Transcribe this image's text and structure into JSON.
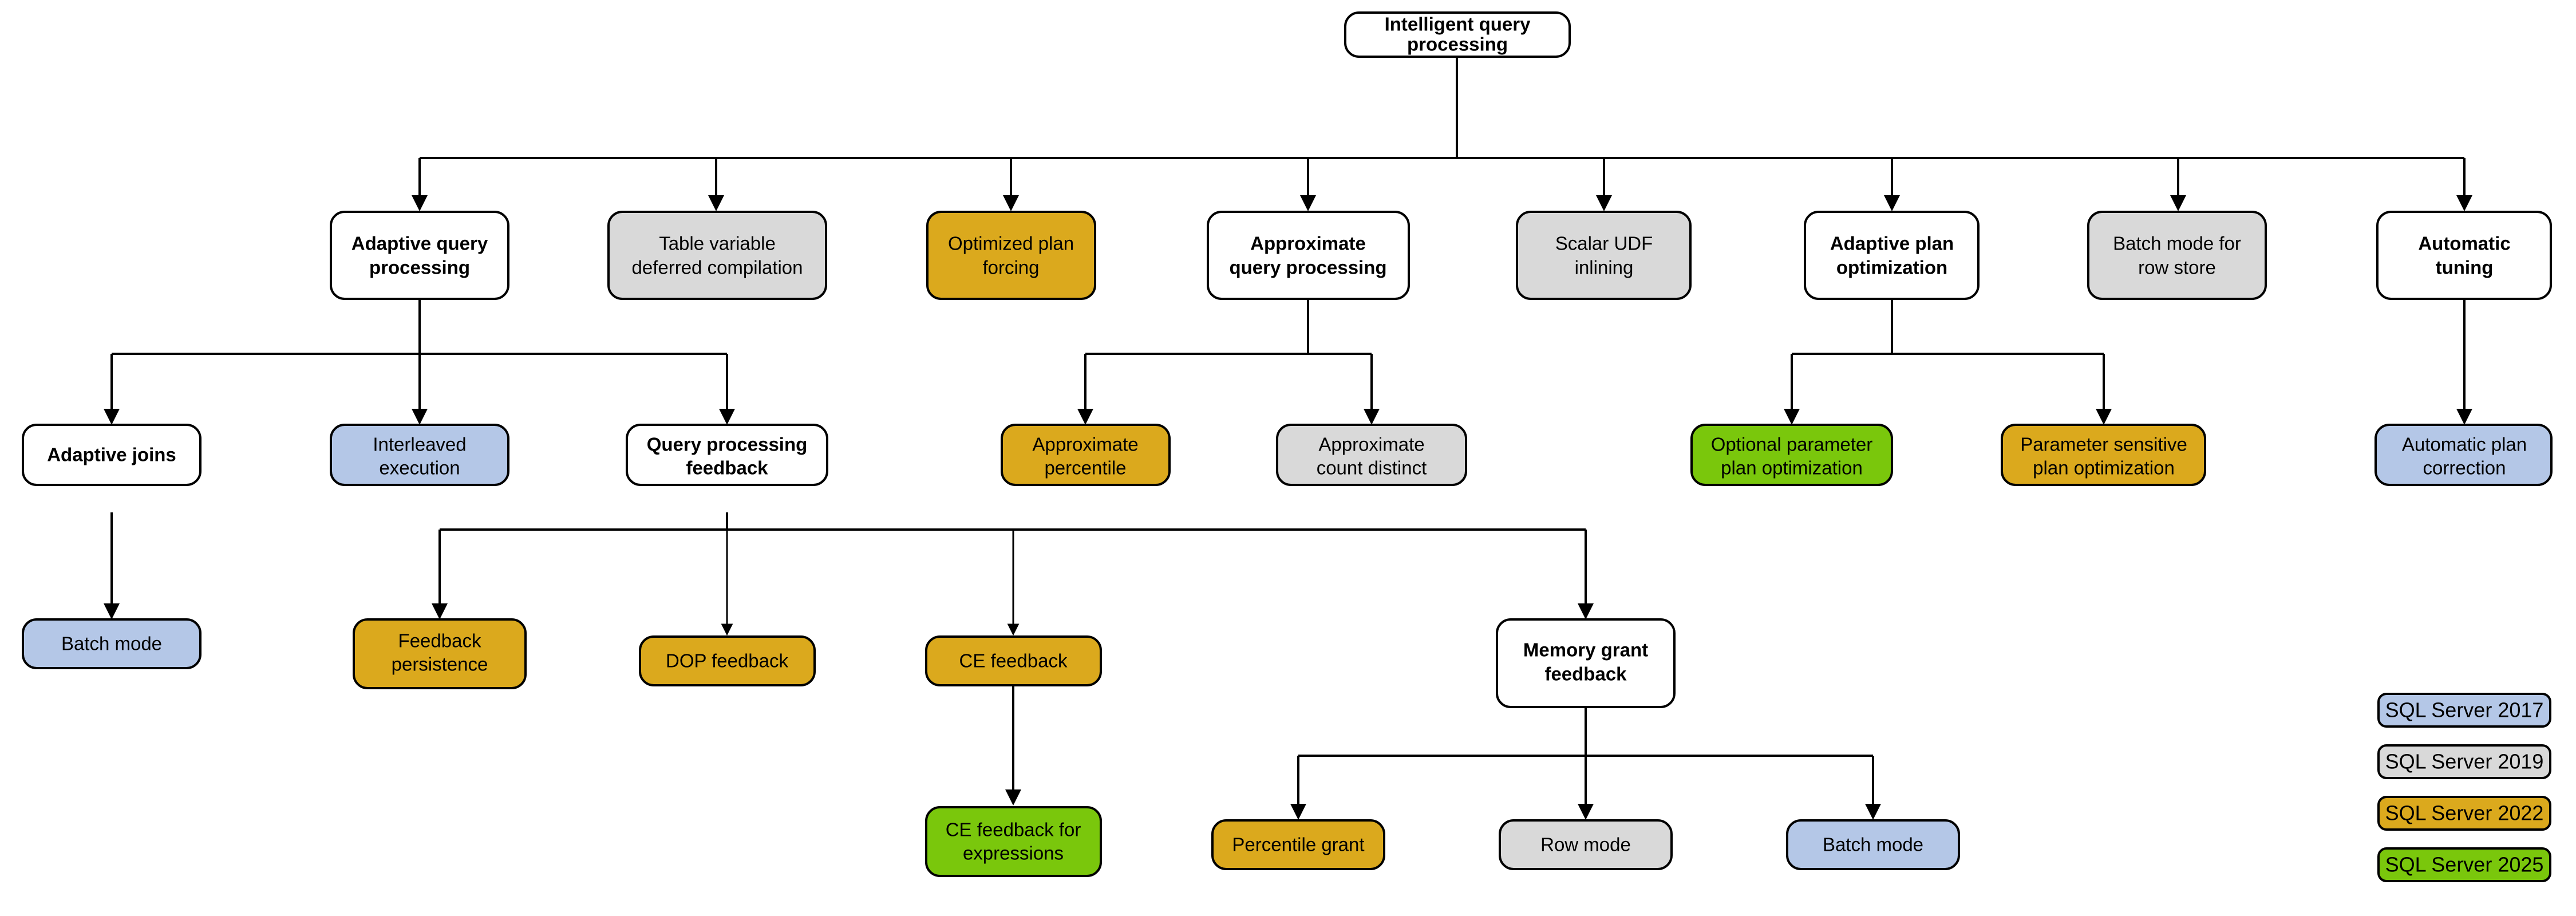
{
  "diagram": {
    "title": "Intelligent query processing",
    "palette": {
      "sql_server_2017": "#b4c7e7",
      "sql_server_2019": "#d9d9d9",
      "sql_server_2022": "#ddа91e",
      "sql_server_2022_hex": "#dba91d",
      "sql_server_2025": "#7ac70c",
      "white": "#ffffff",
      "outline": "#000000"
    },
    "nodes": [
      {
        "id": "root",
        "label_line1": "Intelligent query",
        "label_line2": "processing",
        "fill": "#ffffff",
        "bold": true
      },
      {
        "id": "aqp",
        "label_line1": "Adaptive query",
        "label_line2": "processing",
        "fill": "#ffffff",
        "bold": true
      },
      {
        "id": "tvdc",
        "label_line1": "Table variable",
        "label_line2": "deferred compilation",
        "fill": "#d9d9d9",
        "bold": false
      },
      {
        "id": "opf",
        "label_line1": "Optimized plan",
        "label_line2": "forcing",
        "fill": "#dba91d",
        "bold": false
      },
      {
        "id": "approx",
        "label_line1": "Approximate",
        "label_line2": "query processing",
        "fill": "#ffffff",
        "bold": true
      },
      {
        "id": "udf",
        "label_line1": "Scalar UDF",
        "label_line2": "inlining",
        "fill": "#d9d9d9",
        "bold": false
      },
      {
        "id": "apo",
        "label_line1": "Adaptive plan",
        "label_line2": "optimization",
        "fill": "#ffffff",
        "bold": true
      },
      {
        "id": "bmrs",
        "label_line1": "Batch mode for",
        "label_line2": "row store",
        "fill": "#d9d9d9",
        "bold": false
      },
      {
        "id": "at",
        "label_line1": "Automatic",
        "label_line2": "tuning",
        "fill": "#ffffff",
        "bold": true
      },
      {
        "id": "aj",
        "label_line1": "Adaptive joins",
        "label_line2": "",
        "fill": "#ffffff",
        "bold": true
      },
      {
        "id": "ie",
        "label_line1": "Interleaved",
        "label_line2": "execution",
        "fill": "#b4c7e7",
        "bold": false
      },
      {
        "id": "qpf",
        "label_line1": "Query processing",
        "label_line2": "feedback",
        "fill": "#ffffff",
        "bold": true
      },
      {
        "id": "ap",
        "label_line1": "Approximate",
        "label_line2": "percentile",
        "fill": "#dba91d",
        "bold": false
      },
      {
        "id": "acd",
        "label_line1": "Approximate",
        "label_line2": "count distinct",
        "fill": "#d9d9d9",
        "bold": false
      },
      {
        "id": "oppo",
        "label_line1": "Optional parameter",
        "label_line2": "plan optimization",
        "fill": "#7ac70c",
        "bold": false
      },
      {
        "id": "pspo",
        "label_line1": "Parameter sensitive",
        "label_line2": "plan optimization",
        "fill": "#dba91d",
        "bold": false
      },
      {
        "id": "apc",
        "label_line1": "Automatic plan",
        "label_line2": "correction",
        "fill": "#b4c7e7",
        "bold": false
      },
      {
        "id": "bm1",
        "label_line1": "Batch mode",
        "label_line2": "",
        "fill": "#b4c7e7",
        "bold": false
      },
      {
        "id": "fp",
        "label_line1": "Feedback",
        "label_line2": "persistence",
        "fill": "#dba91d",
        "bold": false
      },
      {
        "id": "dopf",
        "label_line1": "DOP feedback",
        "label_line2": "",
        "fill": "#dba91d",
        "bold": false
      },
      {
        "id": "cef",
        "label_line1": "CE feedback",
        "label_line2": "",
        "fill": "#dba91d",
        "bold": false
      },
      {
        "id": "mgf",
        "label_line1": "Memory grant",
        "label_line2": "feedback",
        "fill": "#ffffff",
        "bold": true
      },
      {
        "id": "cefe",
        "label_line1": "CE feedback for",
        "label_line2": "expressions",
        "fill": "#7ac70c",
        "bold": false
      },
      {
        "id": "pg",
        "label_line1": "Percentile grant",
        "label_line2": "",
        "fill": "#dba91d",
        "bold": false
      },
      {
        "id": "rm",
        "label_line1": "Row mode",
        "label_line2": "",
        "fill": "#d9d9d9",
        "bold": false
      },
      {
        "id": "bm2",
        "label_line1": "Batch mode",
        "label_line2": "",
        "fill": "#b4c7e7",
        "bold": false
      }
    ],
    "legend": [
      {
        "label": "SQL Server 2017",
        "fill": "#b4c7e7"
      },
      {
        "label": "SQL Server 2019",
        "fill": "#d9d9d9"
      },
      {
        "label": "SQL Server 2022",
        "fill": "#dba91d"
      },
      {
        "label": "SQL Server 2025",
        "fill": "#7ac70c"
      }
    ]
  }
}
